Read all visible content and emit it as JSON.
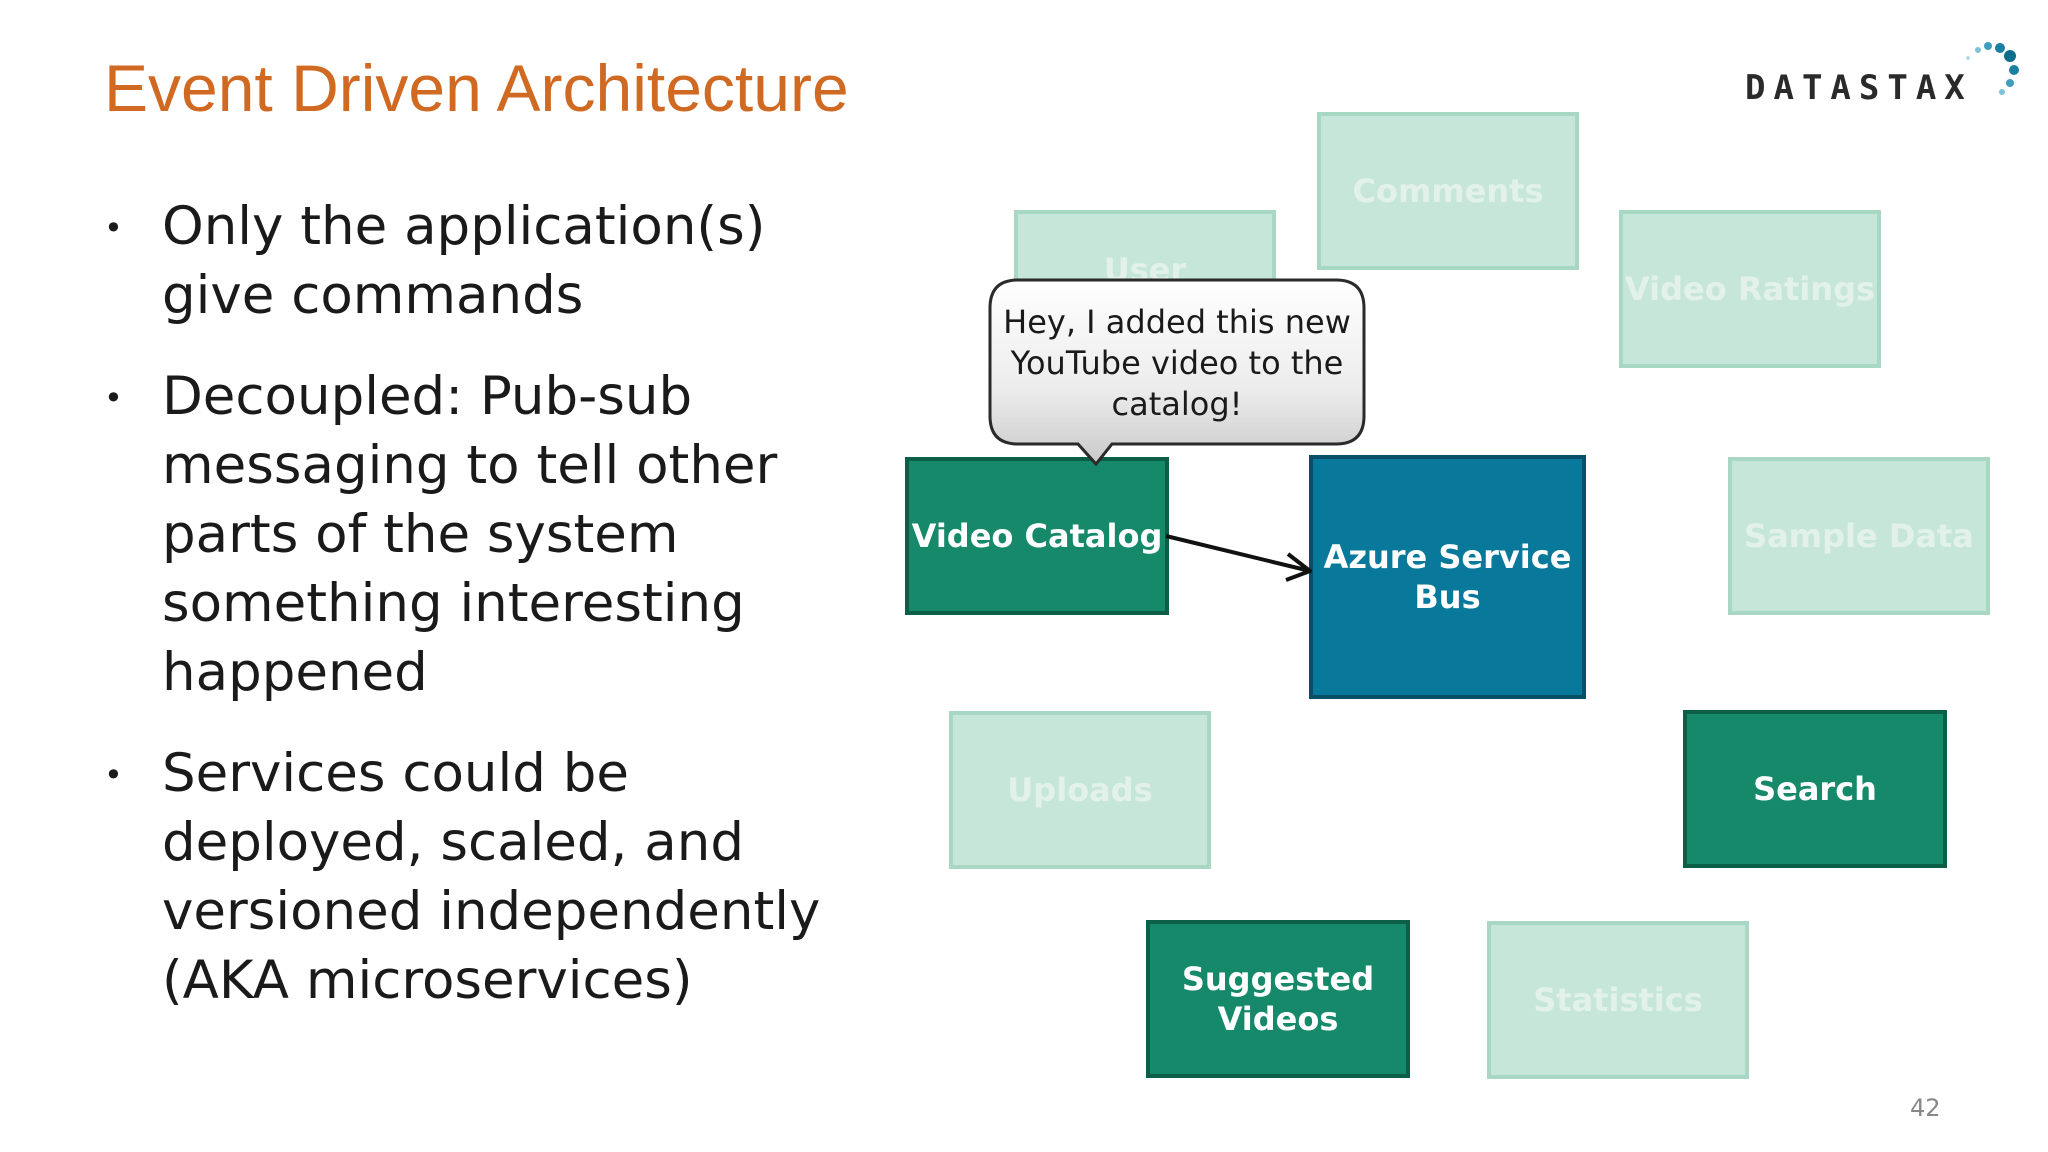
{
  "slide": {
    "title": "Event Driven Architecture",
    "logo_text": "DATASTAX",
    "page_number": "42"
  },
  "bullets": [
    "Only the application(s) give commands",
    "Decoupled: Pub-sub messaging to tell other parts of the system something interesting happened",
    "Services could be deployed, scaled, and versioned independently (AKA microservices)"
  ],
  "diagram": {
    "callout": "Hey, I added this new YouTube video to the catalog!",
    "nodes": {
      "user": "User",
      "comments": "Comments",
      "video_ratings": "Video Ratings",
      "video_catalog": "Video Catalog",
      "azure_service_bus": "Azure Service Bus",
      "sample_data": "Sample Data",
      "uploads": "Uploads",
      "search": "Search",
      "suggested_videos": "Suggested Videos",
      "statistics": "Statistics"
    }
  },
  "colors": {
    "title": "#d06a22",
    "active_service": "#17896b",
    "service_bus": "#08799a",
    "inactive_service": "#c7e6da"
  }
}
